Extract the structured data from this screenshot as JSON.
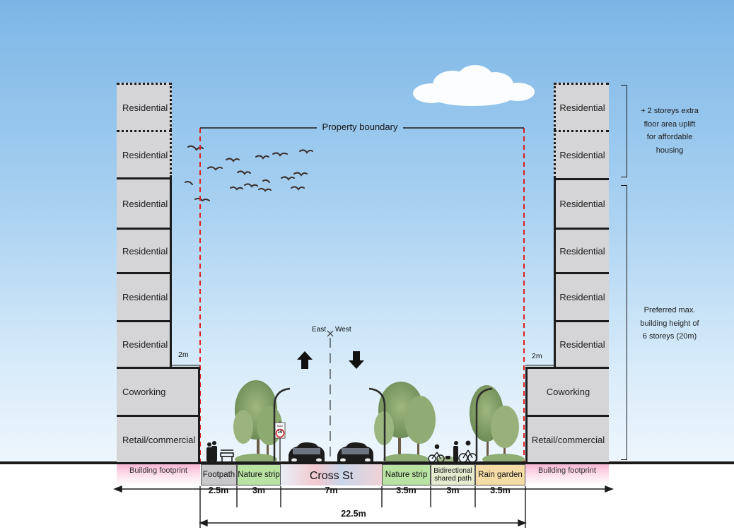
{
  "property_boundary_label": "Property boundary",
  "street_name": "Cross St",
  "compass": {
    "east": "East",
    "west": "West"
  },
  "left_building": {
    "floors": [
      "Residential",
      "Residential",
      "Residential",
      "Residential",
      "Residential",
      "Residential",
      "Coworking",
      "Retail/commercial"
    ],
    "setback_label": "2m",
    "footprint_label": "Building footprint"
  },
  "right_building": {
    "floors": [
      "Residential",
      "Residential",
      "Residential",
      "Residential",
      "Residential",
      "Residential",
      "Coworking",
      "Retail/commercial"
    ],
    "setback_label": "2m",
    "footprint_label": "Building footprint"
  },
  "annotations": {
    "uplift": [
      "+ 2 storeys extra",
      "floor area uplift",
      "for affordable",
      "housing"
    ],
    "height": [
      "Preferred max.",
      "building height of",
      "6 storeys (20m)"
    ]
  },
  "street_segments": [
    {
      "label": "Footpath",
      "width": "2.5m",
      "color": "#c8c8ca"
    },
    {
      "label": "Nature strip",
      "width": "3m",
      "color": "#b9e3a2"
    },
    {
      "label": "Cross St",
      "width": "7m",
      "color": "#ffffff"
    },
    {
      "label": "Nature strip",
      "width": "3.5m",
      "color": "#b9e3a2"
    },
    {
      "label": "Bidirectional shared path",
      "width": "3m",
      "color": "#e4ebcf"
    },
    {
      "label": "Rain garden",
      "width": "3.5m",
      "color": "#f5dba6"
    }
  ],
  "total_width": "22.5m",
  "speed_sign": {
    "top": "MAX",
    "value": "10"
  }
}
